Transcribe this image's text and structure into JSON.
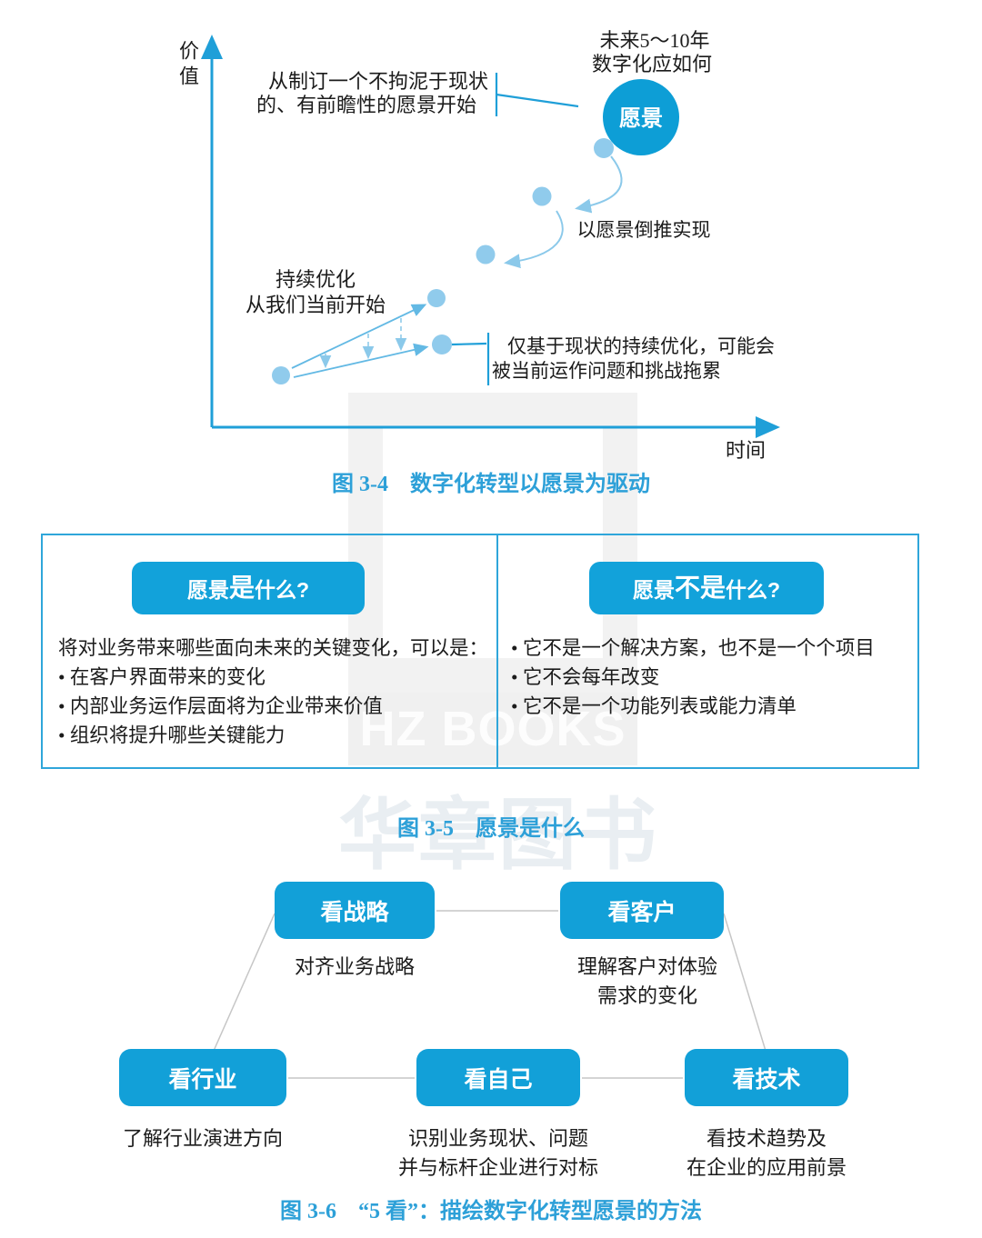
{
  "figure34": {
    "value_axis_label": "价值",
    "time_axis_label": "时间",
    "future_line1": "未来5～10年",
    "future_line2": "数字化应如何",
    "vision_start_line1": "从制订一个不拘泥于现状",
    "vision_start_line2": "的、有前瞻性的愿景开始",
    "vision_node": "愿景",
    "backward_note": "以愿景倒推实现",
    "continuous_line1": "持续优化",
    "continuous_line2": "从我们当前开始",
    "status_quo_line1": "仅基于现状的持续优化，可能会",
    "status_quo_line2": "被当前运作问题和挑战拖累",
    "caption": "图 3-4　数字化转型以愿景为驱动"
  },
  "figure35": {
    "left_header": {
      "prefix": "愿景",
      "emph": "是",
      "suffix": "什么?"
    },
    "right_header": {
      "prefix": "愿景",
      "emph": "不是",
      "suffix": "什么?"
    },
    "left_intro": "将对业务带来哪些面向未来的关键变化，可以是：",
    "left_bullets": [
      "• 在客户界面带来的变化",
      "• 内部业务运作层面将为企业带来价值",
      "• 组织将提升哪些关键能力"
    ],
    "right_bullets": [
      "• 它不是一个解决方案，也不是一个个项目",
      "• 它不会每年改变",
      "• 它不是一个功能列表或能力清单"
    ],
    "caption": "图 3-5　愿景是什么"
  },
  "figure36": {
    "nodes": [
      {
        "label": "看战略",
        "desc1": "对齐业务战略",
        "desc2": ""
      },
      {
        "label": "看客户",
        "desc1": "理解客户对体验",
        "desc2": "需求的变化"
      },
      {
        "label": "看行业",
        "desc1": "了解行业演进方向",
        "desc2": ""
      },
      {
        "label": "看自己",
        "desc1": "识别业务现状、问题",
        "desc2": "并与标杆企业进行对标"
      },
      {
        "label": "看技术",
        "desc1": "看技术趋势及",
        "desc2": "在企业的应用前景"
      }
    ],
    "caption": "图 3-6　“5 看”：描绘数字化转型愿景的方法"
  },
  "watermark": {
    "text_en": "HZ BOOKS",
    "text_cn": "华章图书"
  },
  "colors": {
    "brand_blue": "#12a0d8",
    "circle_blue": "#0d9ed6",
    "light_dot": "#90cbec",
    "caption_blue": "#2da0d8",
    "connector_gray": "#c6c6c6",
    "axis_blue": "#1f9fd8"
  }
}
